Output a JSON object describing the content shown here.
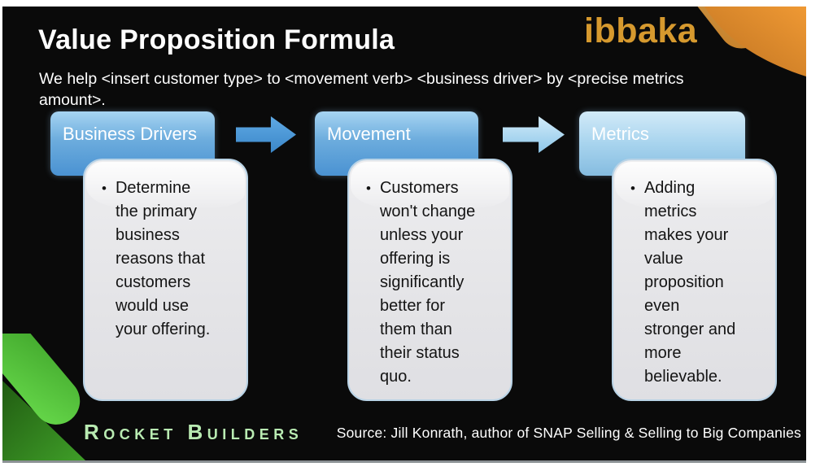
{
  "slide": {
    "title": "Value Proposition Formula",
    "subtitle": "We help <insert customer type> to <movement verb> <business driver> by <precise metrics\namount>.",
    "brand_logo": "ibbaka",
    "footer_brand": "Rocket Builders",
    "source": "Source: Jill Konrath, author of SNAP Selling & Selling to Big Companies",
    "bullet_glyph": "•",
    "columns": [
      {
        "header": "Business Drivers",
        "body": "Determine\nthe primary\nbusiness\nreasons that\ncustomers\nwould use\nyour offering."
      },
      {
        "header": "Movement",
        "body": "Customers\nwon't change\nunless your\noffering is\nsignificantly\nbetter for\nthem than\ntheir status\nquo."
      },
      {
        "header": "Metrics",
        "body": "Adding\nmetrics\nmakes your\nvalue\nproposition\neven\nstronger and\nmore\nbelievable."
      }
    ],
    "colors": {
      "slide_background": "#0a0a0a",
      "header_blue": "#4a92d2",
      "header_blue_light": "#85bce0",
      "arrow_blue": "#3b87c9",
      "arrow_blue_light": "#8cc6e9",
      "card_gray": "#e4e4e7",
      "card_border": "#b9d3e6",
      "logo_gold": "#d6992e",
      "brand_green": "#b9ebb2",
      "corner_orange": "#e08a2c",
      "corner_green_bright": "#55c73a",
      "corner_green_dark": "#2c6e1c",
      "text_white": "#ffffff",
      "text_black": "#141414"
    }
  }
}
